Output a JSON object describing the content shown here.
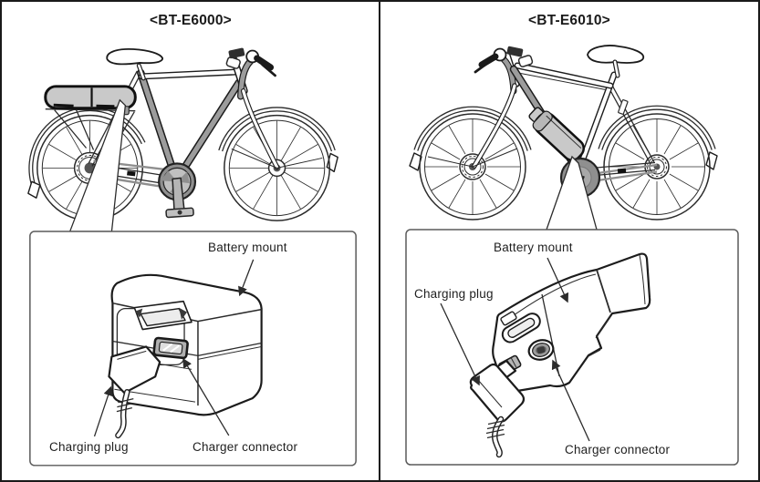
{
  "panels": [
    {
      "title": "<BT-E6000>",
      "inset_labels": {
        "battery_mount": "Battery mount",
        "charging_plug": "Charging plug",
        "charger_connector": "Charger connector"
      }
    },
    {
      "title": "<BT-E6010>",
      "inset_labels": {
        "battery_mount": "Battery mount",
        "charging_plug": "Charging plug",
        "charger_connector": "Charger connector"
      }
    }
  ],
  "colors": {
    "outline": "#2b2b2b",
    "border": "#1a1a1a",
    "inset_border": "#5a5a5a",
    "battery_fill": "#c9c9c9",
    "motor_fill": "#8f8f8f",
    "frame_tube_fill": "#9c9c9c",
    "connector_fill": "#b0b0b0"
  }
}
